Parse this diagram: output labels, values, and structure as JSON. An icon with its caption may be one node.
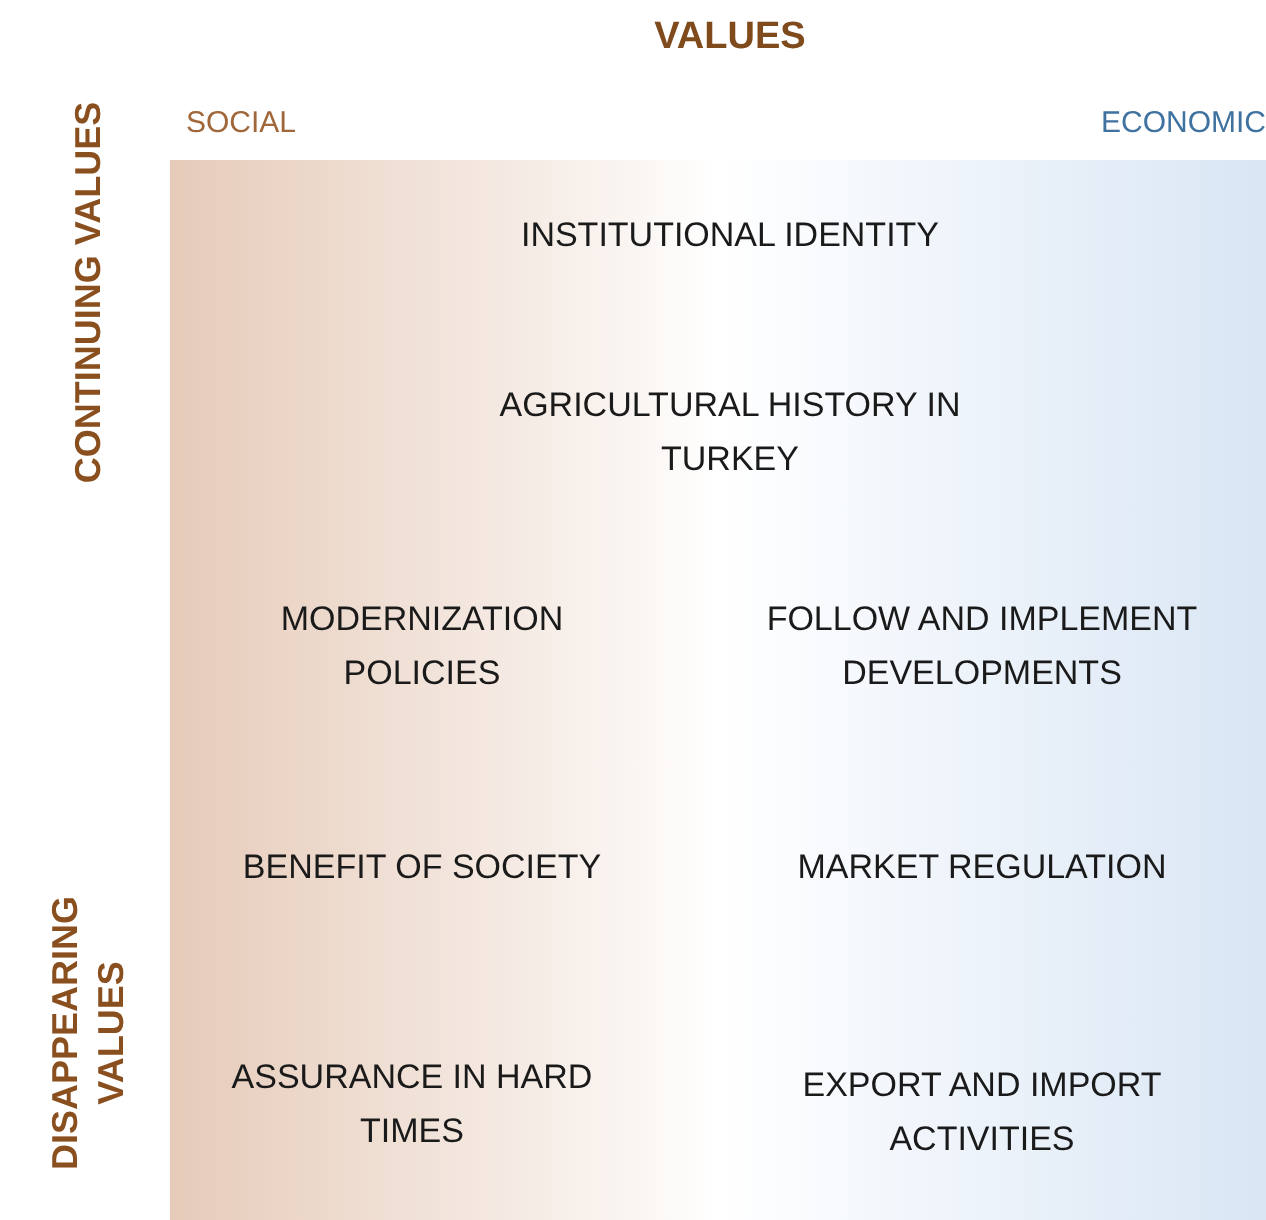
{
  "diagram": {
    "title": "VALUES",
    "labels": [
      "SOCIAL",
      "ECONOMIC",
      "CONTINUING VALUES",
      "INSTITUTIONAL IDENTITY",
      "AGRICULTURAL HISTORY IN TURKEY",
      "MODERNIZATION POLICIES",
      "FOLLOW AND IMPLEMENT DEVELOPMENTS",
      "DISAPPEARING VALUES",
      "BENEFIT OF SOCIETY",
      "MARKET REGULATION",
      "ASSURANCE IN HARD TIMES",
      "EXPORT AND IMPORT ACTIVITIES"
    ]
  }
}
